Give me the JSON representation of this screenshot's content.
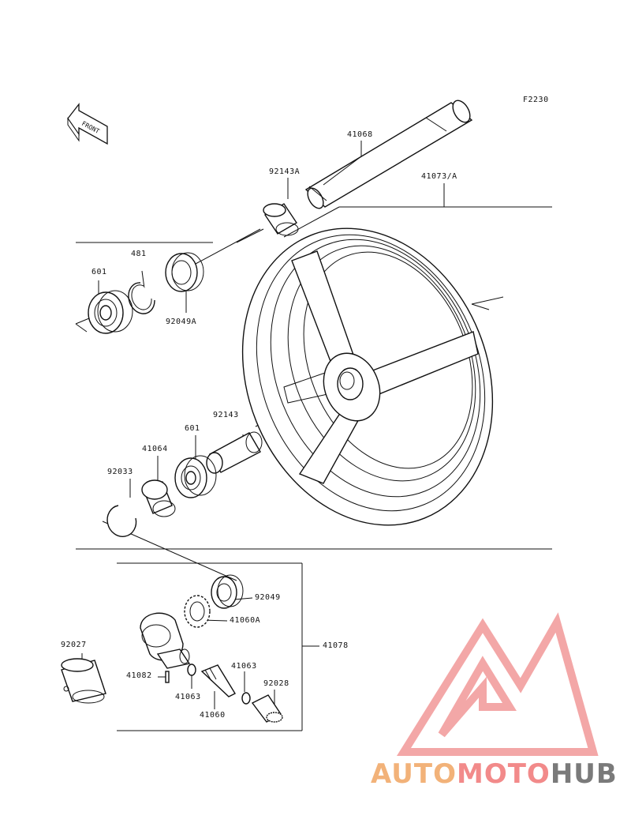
{
  "diagram": {
    "code": "F2230",
    "front_label": "FRONT",
    "parts": [
      {
        "id": "41068",
        "label": "41068"
      },
      {
        "id": "92143A",
        "label": "92143A"
      },
      {
        "id": "41073A",
        "label": "41073/A"
      },
      {
        "id": "481",
        "label": "481"
      },
      {
        "id": "601a",
        "label": "601"
      },
      {
        "id": "92049A",
        "label": "92049A"
      },
      {
        "id": "92143",
        "label": "92143"
      },
      {
        "id": "601b",
        "label": "601"
      },
      {
        "id": "41064",
        "label": "41064"
      },
      {
        "id": "92033",
        "label": "92033"
      },
      {
        "id": "92049",
        "label": "92049"
      },
      {
        "id": "41060A",
        "label": "41060A"
      },
      {
        "id": "41078",
        "label": "41078"
      },
      {
        "id": "92027",
        "label": "92027"
      },
      {
        "id": "41082",
        "label": "41082"
      },
      {
        "id": "41063a",
        "label": "41063"
      },
      {
        "id": "92028",
        "label": "92028"
      },
      {
        "id": "41063b",
        "label": "41063"
      },
      {
        "id": "41060",
        "label": "41060"
      }
    ]
  },
  "watermark": {
    "part1": "AUTO",
    "part2": "MOTO",
    "part3": "HUB",
    "colors": {
      "auto": "#f2b279",
      "moto": "#f28a8a",
      "hub": "#7a7a7a",
      "logo": "#f08a8a"
    }
  }
}
